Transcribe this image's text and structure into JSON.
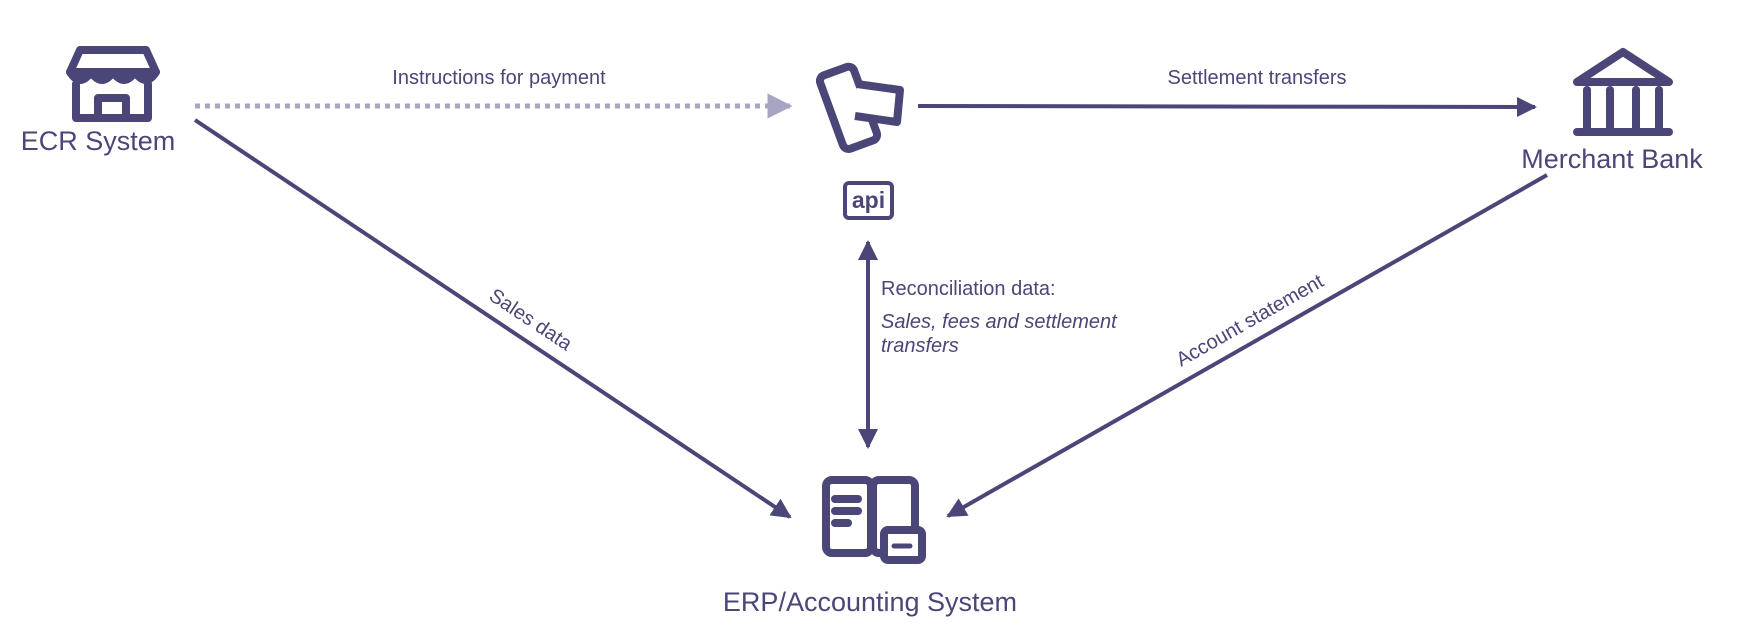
{
  "colors": {
    "primary": "#4a4677",
    "dashed": "#a7a5c2",
    "background": "#ffffff"
  },
  "nodes": {
    "ecr": {
      "label": "ECR System",
      "icon": "storefront-icon"
    },
    "payments": {
      "icon": "payment-cards-icon",
      "badge": "api"
    },
    "bank": {
      "label": "Merchant Bank",
      "icon": "bank-icon"
    },
    "erp": {
      "label": "ERP/Accounting System",
      "icon": "accounting-books-icon"
    }
  },
  "edges": {
    "instructions": {
      "label": "Instructions for payment",
      "style": "dotted"
    },
    "settlement": {
      "label": "Settlement transfers"
    },
    "sales": {
      "label": "Sales data"
    },
    "statement": {
      "label": "Account statement"
    },
    "reconciliation": {
      "label": "Reconciliation data:",
      "detail_line1": "Sales, fees and settlement",
      "detail_line2": "transfers"
    }
  }
}
